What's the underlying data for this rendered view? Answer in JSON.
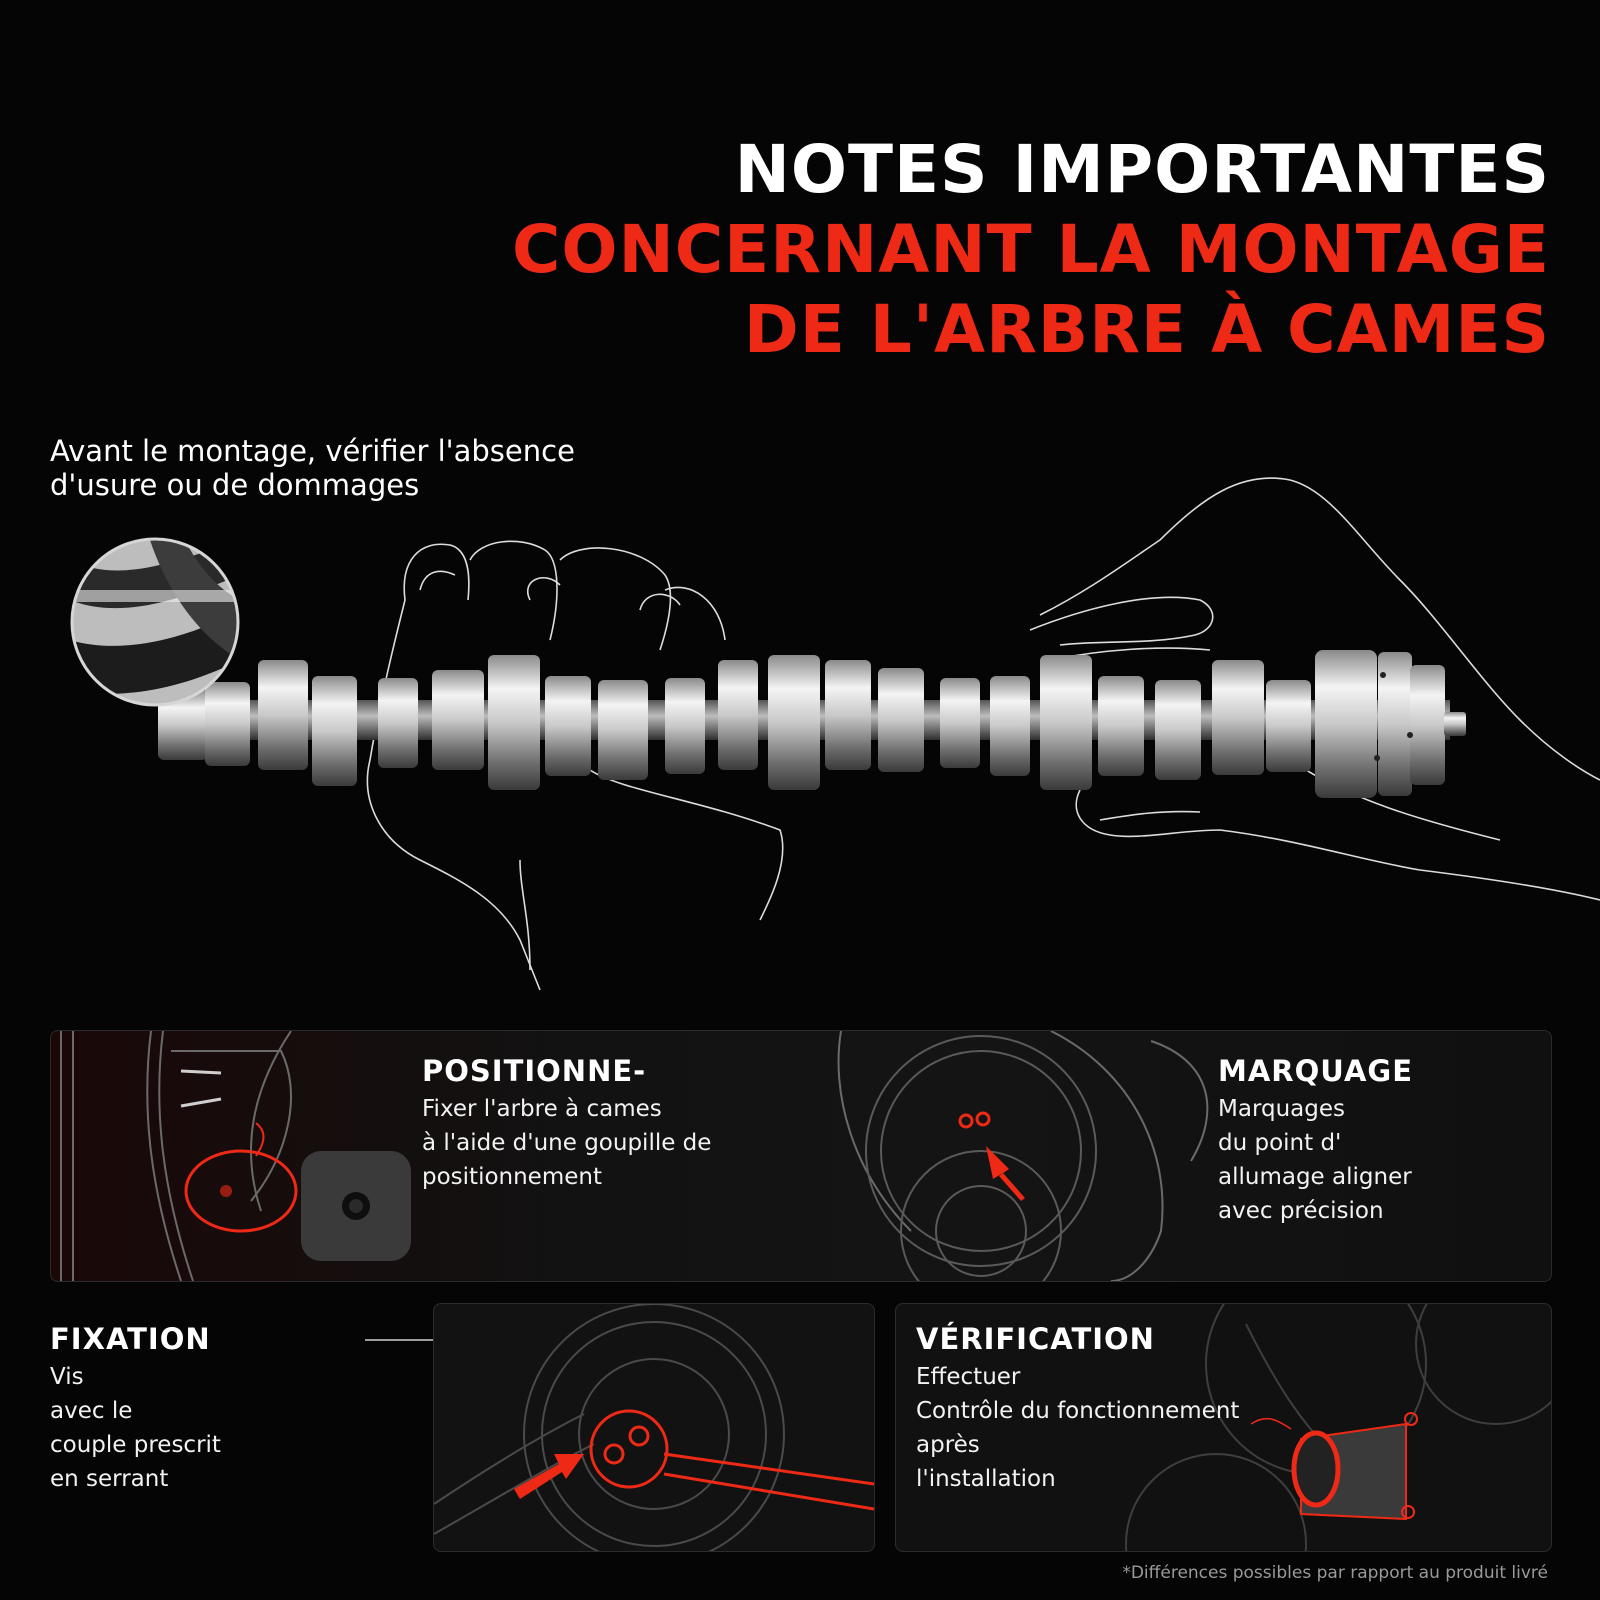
{
  "header": {
    "line1": "NOTES IMPORTANTES",
    "line2": "CONCERNANT LA MONTAGE",
    "line3": "DE L'ARBRE À CAMES"
  },
  "intro": {
    "line1": "Avant le montage, vérifier l'absence",
    "line2": "d'usure ou de dommages"
  },
  "sections": {
    "positionnement": {
      "title": "POSITIONNE-",
      "lines": [
        "Fixer l'arbre à cames",
        "à l'aide d'une goupille de",
        "positionnement"
      ]
    },
    "marquage": {
      "title": "MARQUAGE",
      "lines": [
        "Marquages",
        "du point d'",
        "allumage aligner",
        "avec précision"
      ]
    },
    "fixation": {
      "title": "FIXATION",
      "lines": [
        "Vis",
        "avec le",
        "couple prescrit",
        "en serrant"
      ]
    },
    "verification": {
      "title": "VÉRIFICATION",
      "lines": [
        "Effectuer",
        "Contrôle du fonctionnement",
        "après",
        "l'installation"
      ]
    }
  },
  "footnote": "*Différences possibles par rapport au produit livré",
  "colors": {
    "accent": "#ee2a16",
    "background": "#050505",
    "text": "#ffffff"
  }
}
